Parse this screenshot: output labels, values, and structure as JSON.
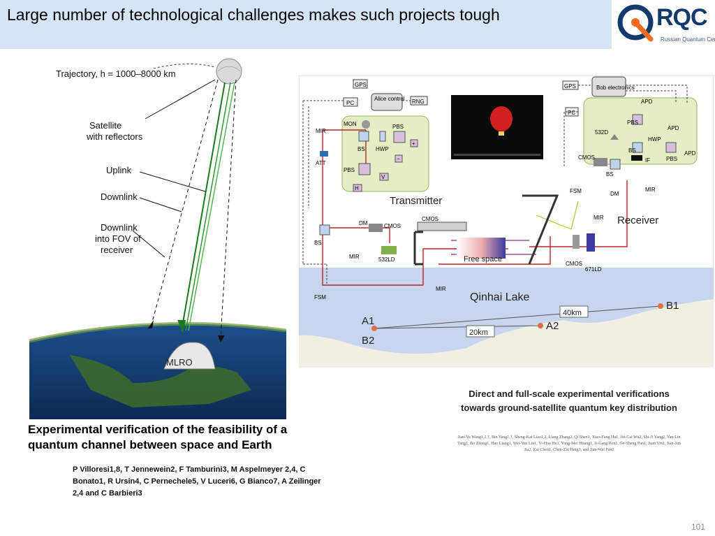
{
  "header": {
    "title": "Large number of technological challenges makes such projects tough",
    "logo_text": "RQC",
    "logo_subtitle": "Russian Quantum Center"
  },
  "left_figure": {
    "trajectory_label": "Trajectory, h = 1000–8000 km",
    "satellite_label": "Satellite\nwith reflectors",
    "uplink_label": "Uplink",
    "downlink_label": "Downlink",
    "downlink_fov_label": "Downlink\ninto FOV of\nreceiver",
    "station_label": "MLRO",
    "caption": "Experimental verification of the feasibility of a quantum channel between space and Earth",
    "authors": "P Villoresi1,8, T Jennewein2, F Tamburini3, M Aspelmeyer 2,4, C Bonato1, R Ursin4, C Pernechele5, V Luceri6, G Bianco7, A Zeilinger 2,4 and C Barbieri3"
  },
  "right_figure": {
    "transmitter_label": "Transmitter",
    "receiver_label": "Receiver",
    "lake_label": "Qinhai Lake",
    "free_space_label": "Free space",
    "distance_1": "40km",
    "distance_2": "20km",
    "site_a1": "A1",
    "site_a2": "A2",
    "site_b1": "B1",
    "site_b2": "B2",
    "components": {
      "gps_left": "GPS",
      "pc_left": "PC",
      "alice": "Alice control",
      "rng": "RNG",
      "mon": "MON",
      "bs": "BS",
      "hwp": "HWP",
      "pbs": "PBS",
      "mir": "MIR",
      "att": "ATT",
      "h": "H",
      "v": "V",
      "plus": "+",
      "minus": "−",
      "dm": "DM",
      "cmos": "CMOS",
      "ld532": "532LD",
      "fsm": "FSM",
      "gps_right": "GPS",
      "pc_right": "PC",
      "bob": "Bob electronics",
      "apd": "APD",
      "d532": "532D",
      "if": "IF",
      "ld671": "671LD"
    },
    "caption": "Direct and full-scale experimental verifications towards ground-satellite quantum key distribution",
    "authors": "Jian-Yu Wang1,2,†, Bin Yang1,†, Sheng-Kai Liao1,2, Liang Zhang2, Qi Shen1, Xiao-Fang Hu1, Jin-Cai Wu2, Shi-Ji Yang2, Yan-Lin Tang1, Bo Zhong1, Hao Liang1, Wei-Yue Liu1, Yi-Hua Hu1, Yong-Mei Huang1, Ji-Gang Ren1, Ge-Sheng Pan1, Juan Yin1, Jian-Jun Jia2, Kai Chen1, Chen-Zhi Peng1, and Jian-Wei Pan1"
  },
  "page_number": "101",
  "colors": {
    "title_bg": "#d6e4f7",
    "logo_blue": "#123a6b",
    "logo_orange": "#f26b21",
    "beam_red": "#c0202a",
    "lake": "#c7d6ee"
  }
}
